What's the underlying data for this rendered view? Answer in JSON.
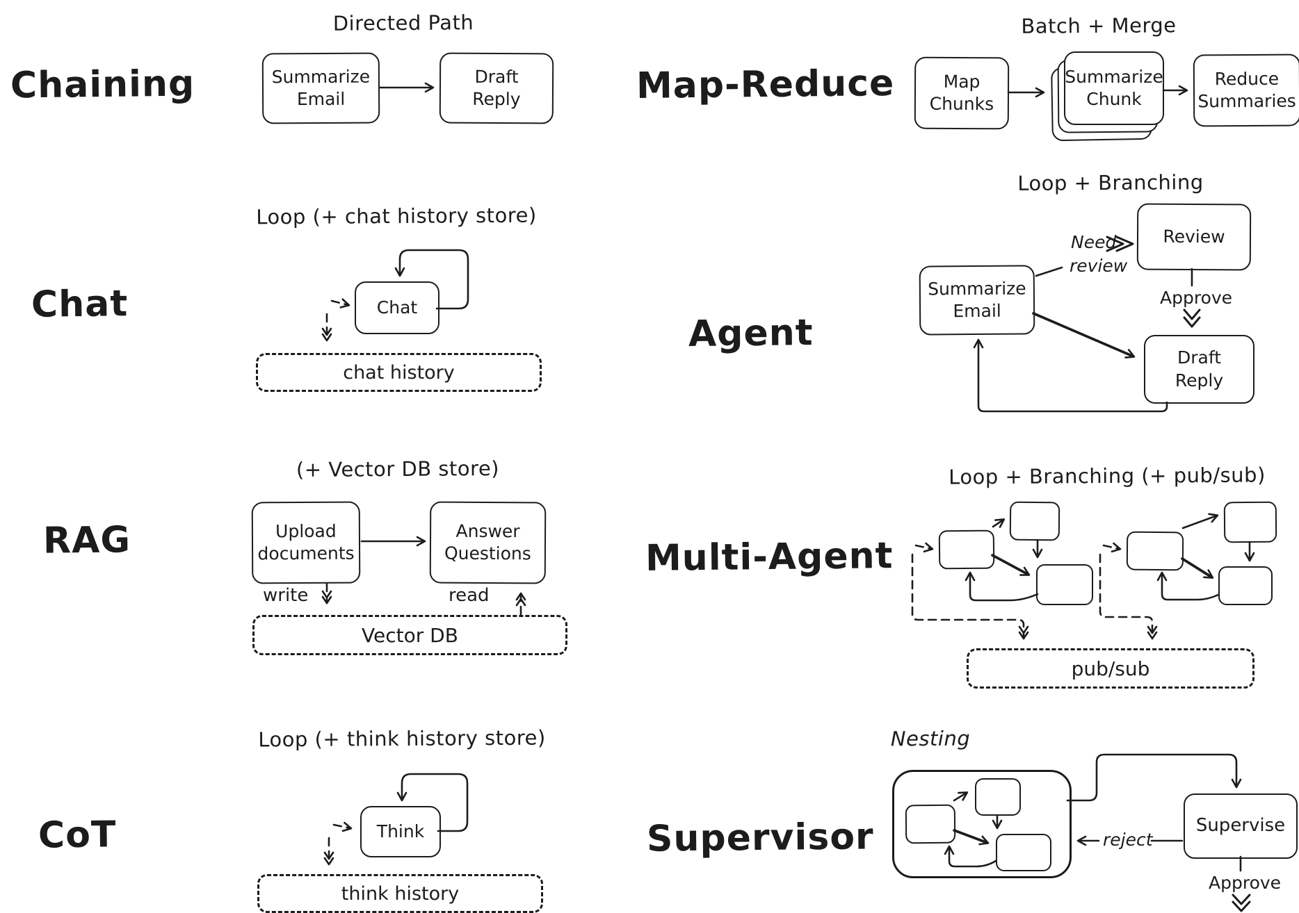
{
  "colors": {
    "ink": "#1c1c1c",
    "background": "#ffffff"
  },
  "chaining": {
    "label": "Chaining",
    "title": "Directed Path",
    "node1": "Summarize\nEmail",
    "node2": "Draft\nReply"
  },
  "map_reduce": {
    "label": "Map-Reduce",
    "title": "Batch + Merge",
    "node1": "Map\nChunks",
    "node2": "Summarize\nChunk",
    "node3": "Reduce\nSummaries"
  },
  "chat": {
    "label": "Chat",
    "title": "Loop (+ chat history store)",
    "node1": "Chat",
    "store": "chat history"
  },
  "agent": {
    "label": "Agent",
    "title": "Loop + Branching",
    "node1": "Summarize\nEmail",
    "node2": "Review",
    "node3": "Draft\nReply",
    "edge_need_line1": "Need",
    "edge_need_line2": "review",
    "edge_approve": "Approve"
  },
  "rag": {
    "label": "RAG",
    "title": "(+ Vector DB store)",
    "node1": "Upload\ndocuments",
    "node2": "Answer\nQuestions",
    "edge_write": "write",
    "edge_read": "read",
    "store": "Vector DB"
  },
  "multi_agent": {
    "label": "Multi-Agent",
    "title": "Loop + Branching (+ pub/sub)",
    "store": "pub/sub"
  },
  "cot": {
    "label": "CoT",
    "title": "Loop (+ think history store)",
    "node1": "Think",
    "store": "think history"
  },
  "supervisor": {
    "label": "Supervisor",
    "title": "Nesting",
    "node1": "Supervise",
    "edge_reject": "reject",
    "edge_approve": "Approve"
  }
}
